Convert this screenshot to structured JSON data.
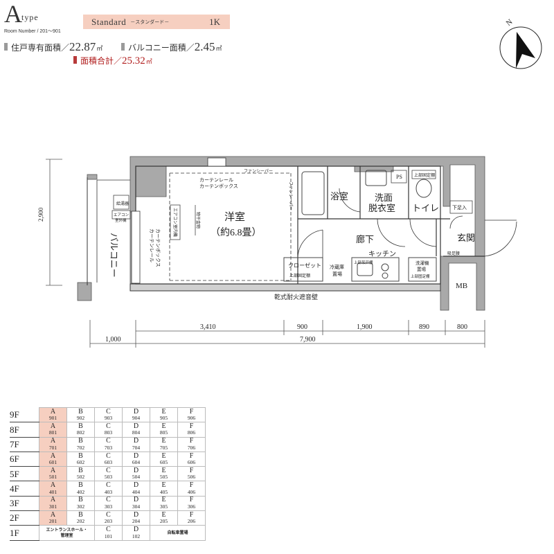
{
  "header": {
    "type_letter": "A",
    "type_word": "type",
    "room_number": "Room Number / 201～901",
    "plan_name": "Standard",
    "plan_sub": "－スタンダード－",
    "layout": "1K"
  },
  "areas": {
    "private_label": "住戸専有面積／",
    "private_value": "22.87",
    "balcony_label": "バルコニー面積／",
    "balcony_value": "2.45",
    "total_label": "面積合計／",
    "total_value": "25.32",
    "unit": "㎡"
  },
  "compass_letter": "N",
  "rooms": {
    "western": "洋室",
    "western_size": "（約6.8畳）",
    "bath": "浴室",
    "washroom_1": "洗面",
    "washroom_2": "脱衣室",
    "toilet": "トイレ",
    "corridor": "廊下",
    "kitchen": "キッチン",
    "entrance": "玄関",
    "balcony": "バルコニー",
    "mb": "MB",
    "ps": "PS"
  },
  "labels": {
    "fansipa_top": "ファンシーパー",
    "fansipa_side": "ファンシーパー",
    "curtain_top_1": "カーテンレール",
    "curtain_top_2": "カーテンボックス",
    "curtain_side_1": "カーテンボックス",
    "curtain_side_2": "カーテンレール",
    "aircon": "エアコン室内機",
    "laundry_hanger": "物干金物",
    "closet": "クローゼット",
    "closet_shelf": "上部固定棚",
    "fridge_1": "冷蔵庫",
    "fridge_2": "置場",
    "hanging_cabinet": "上部吊戸棚",
    "washer_1": "洗濯機",
    "washer_2": "置場",
    "washer_shelf": "上部固定棚",
    "toilet_shelf": "上部固定棚",
    "shoe_rack": "下足入",
    "shoe_bench": "吸足腰",
    "outdoor_unit_1": "エアコン",
    "outdoor_unit_2": "室外機",
    "water_heater": "給湯器",
    "fire_wall": "乾式耐火遮音壁"
  },
  "dimensions": {
    "height": "2,900",
    "d1": "3,410",
    "d2": "900",
    "d3": "1,900",
    "d4": "890",
    "d5": "800",
    "balcony_depth": "1,000",
    "total_width": "7,900"
  },
  "floor_table": [
    {
      "floor": "9F",
      "units": [
        [
          "A",
          "901"
        ],
        [
          "B",
          "902"
        ],
        [
          "C",
          "903"
        ],
        [
          "D",
          "904"
        ],
        [
          "E",
          "905"
        ],
        [
          "F",
          "906"
        ]
      ]
    },
    {
      "floor": "8F",
      "units": [
        [
          "A",
          "801"
        ],
        [
          "B",
          "802"
        ],
        [
          "C",
          "803"
        ],
        [
          "D",
          "804"
        ],
        [
          "E",
          "805"
        ],
        [
          "F",
          "806"
        ]
      ]
    },
    {
      "floor": "7F",
      "units": [
        [
          "A",
          "701"
        ],
        [
          "B",
          "702"
        ],
        [
          "C",
          "703"
        ],
        [
          "D",
          "704"
        ],
        [
          "E",
          "705"
        ],
        [
          "F",
          "706"
        ]
      ]
    },
    {
      "floor": "6F",
      "units": [
        [
          "A",
          "601"
        ],
        [
          "B",
          "602"
        ],
        [
          "C",
          "603"
        ],
        [
          "D",
          "604"
        ],
        [
          "E",
          "605"
        ],
        [
          "F",
          "606"
        ]
      ]
    },
    {
      "floor": "5F",
      "units": [
        [
          "A",
          "501"
        ],
        [
          "B",
          "502"
        ],
        [
          "C",
          "503"
        ],
        [
          "D",
          "504"
        ],
        [
          "E",
          "505"
        ],
        [
          "F",
          "506"
        ]
      ]
    },
    {
      "floor": "4F",
      "units": [
        [
          "A",
          "401"
        ],
        [
          "B",
          "402"
        ],
        [
          "C",
          "403"
        ],
        [
          "D",
          "404"
        ],
        [
          "E",
          "405"
        ],
        [
          "F",
          "406"
        ]
      ]
    },
    {
      "floor": "3F",
      "units": [
        [
          "A",
          "301"
        ],
        [
          "B",
          "302"
        ],
        [
          "C",
          "303"
        ],
        [
          "D",
          "304"
        ],
        [
          "E",
          "305"
        ],
        [
          "F",
          "306"
        ]
      ]
    },
    {
      "floor": "2F",
      "units": [
        [
          "A",
          "201"
        ],
        [
          "B",
          "202"
        ],
        [
          "C",
          "203"
        ],
        [
          "D",
          "204"
        ],
        [
          "E",
          "205"
        ],
        [
          "F",
          "206"
        ]
      ]
    }
  ],
  "ground_floor": {
    "floor": "1F",
    "entrance_hall_1": "エントランスホール・",
    "entrance_hall_2": "管理室",
    "c_letter": "C",
    "c_num": "101",
    "d_letter": "D",
    "d_num": "102",
    "bicycle": "自転車置場"
  },
  "colors": {
    "highlight": "#f6cfc0",
    "total_red": "#b01c1c",
    "wall_gray": "#a9a9a9"
  }
}
